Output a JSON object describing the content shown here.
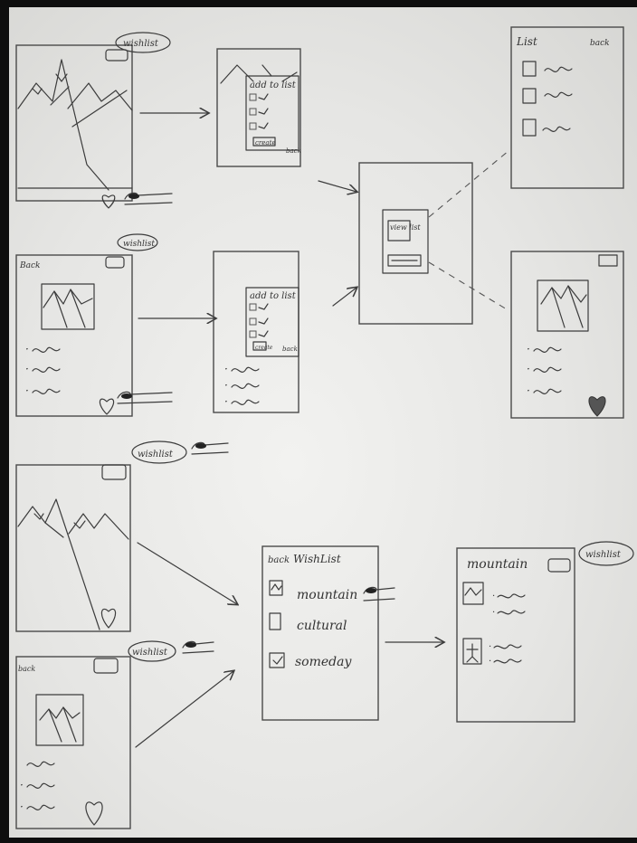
{
  "labels": {
    "wishlist_tags": [
      "wishlist",
      "wishlist",
      "wishlist",
      "wishlist",
      "wishlist"
    ],
    "back": "back",
    "back_cap": "Back",
    "add_to_list": "add to list",
    "create": "create",
    "view_list": "view list",
    "list_title": "List",
    "wishlist_title": "WishList",
    "categories": [
      "mountain",
      "cultural",
      "someday"
    ],
    "detail_title": "mountain"
  },
  "icons": [
    "mountain-icon",
    "heart-icon",
    "finger-tap-icon",
    "checkbox-icon",
    "arrow-icon",
    "person-icon"
  ]
}
